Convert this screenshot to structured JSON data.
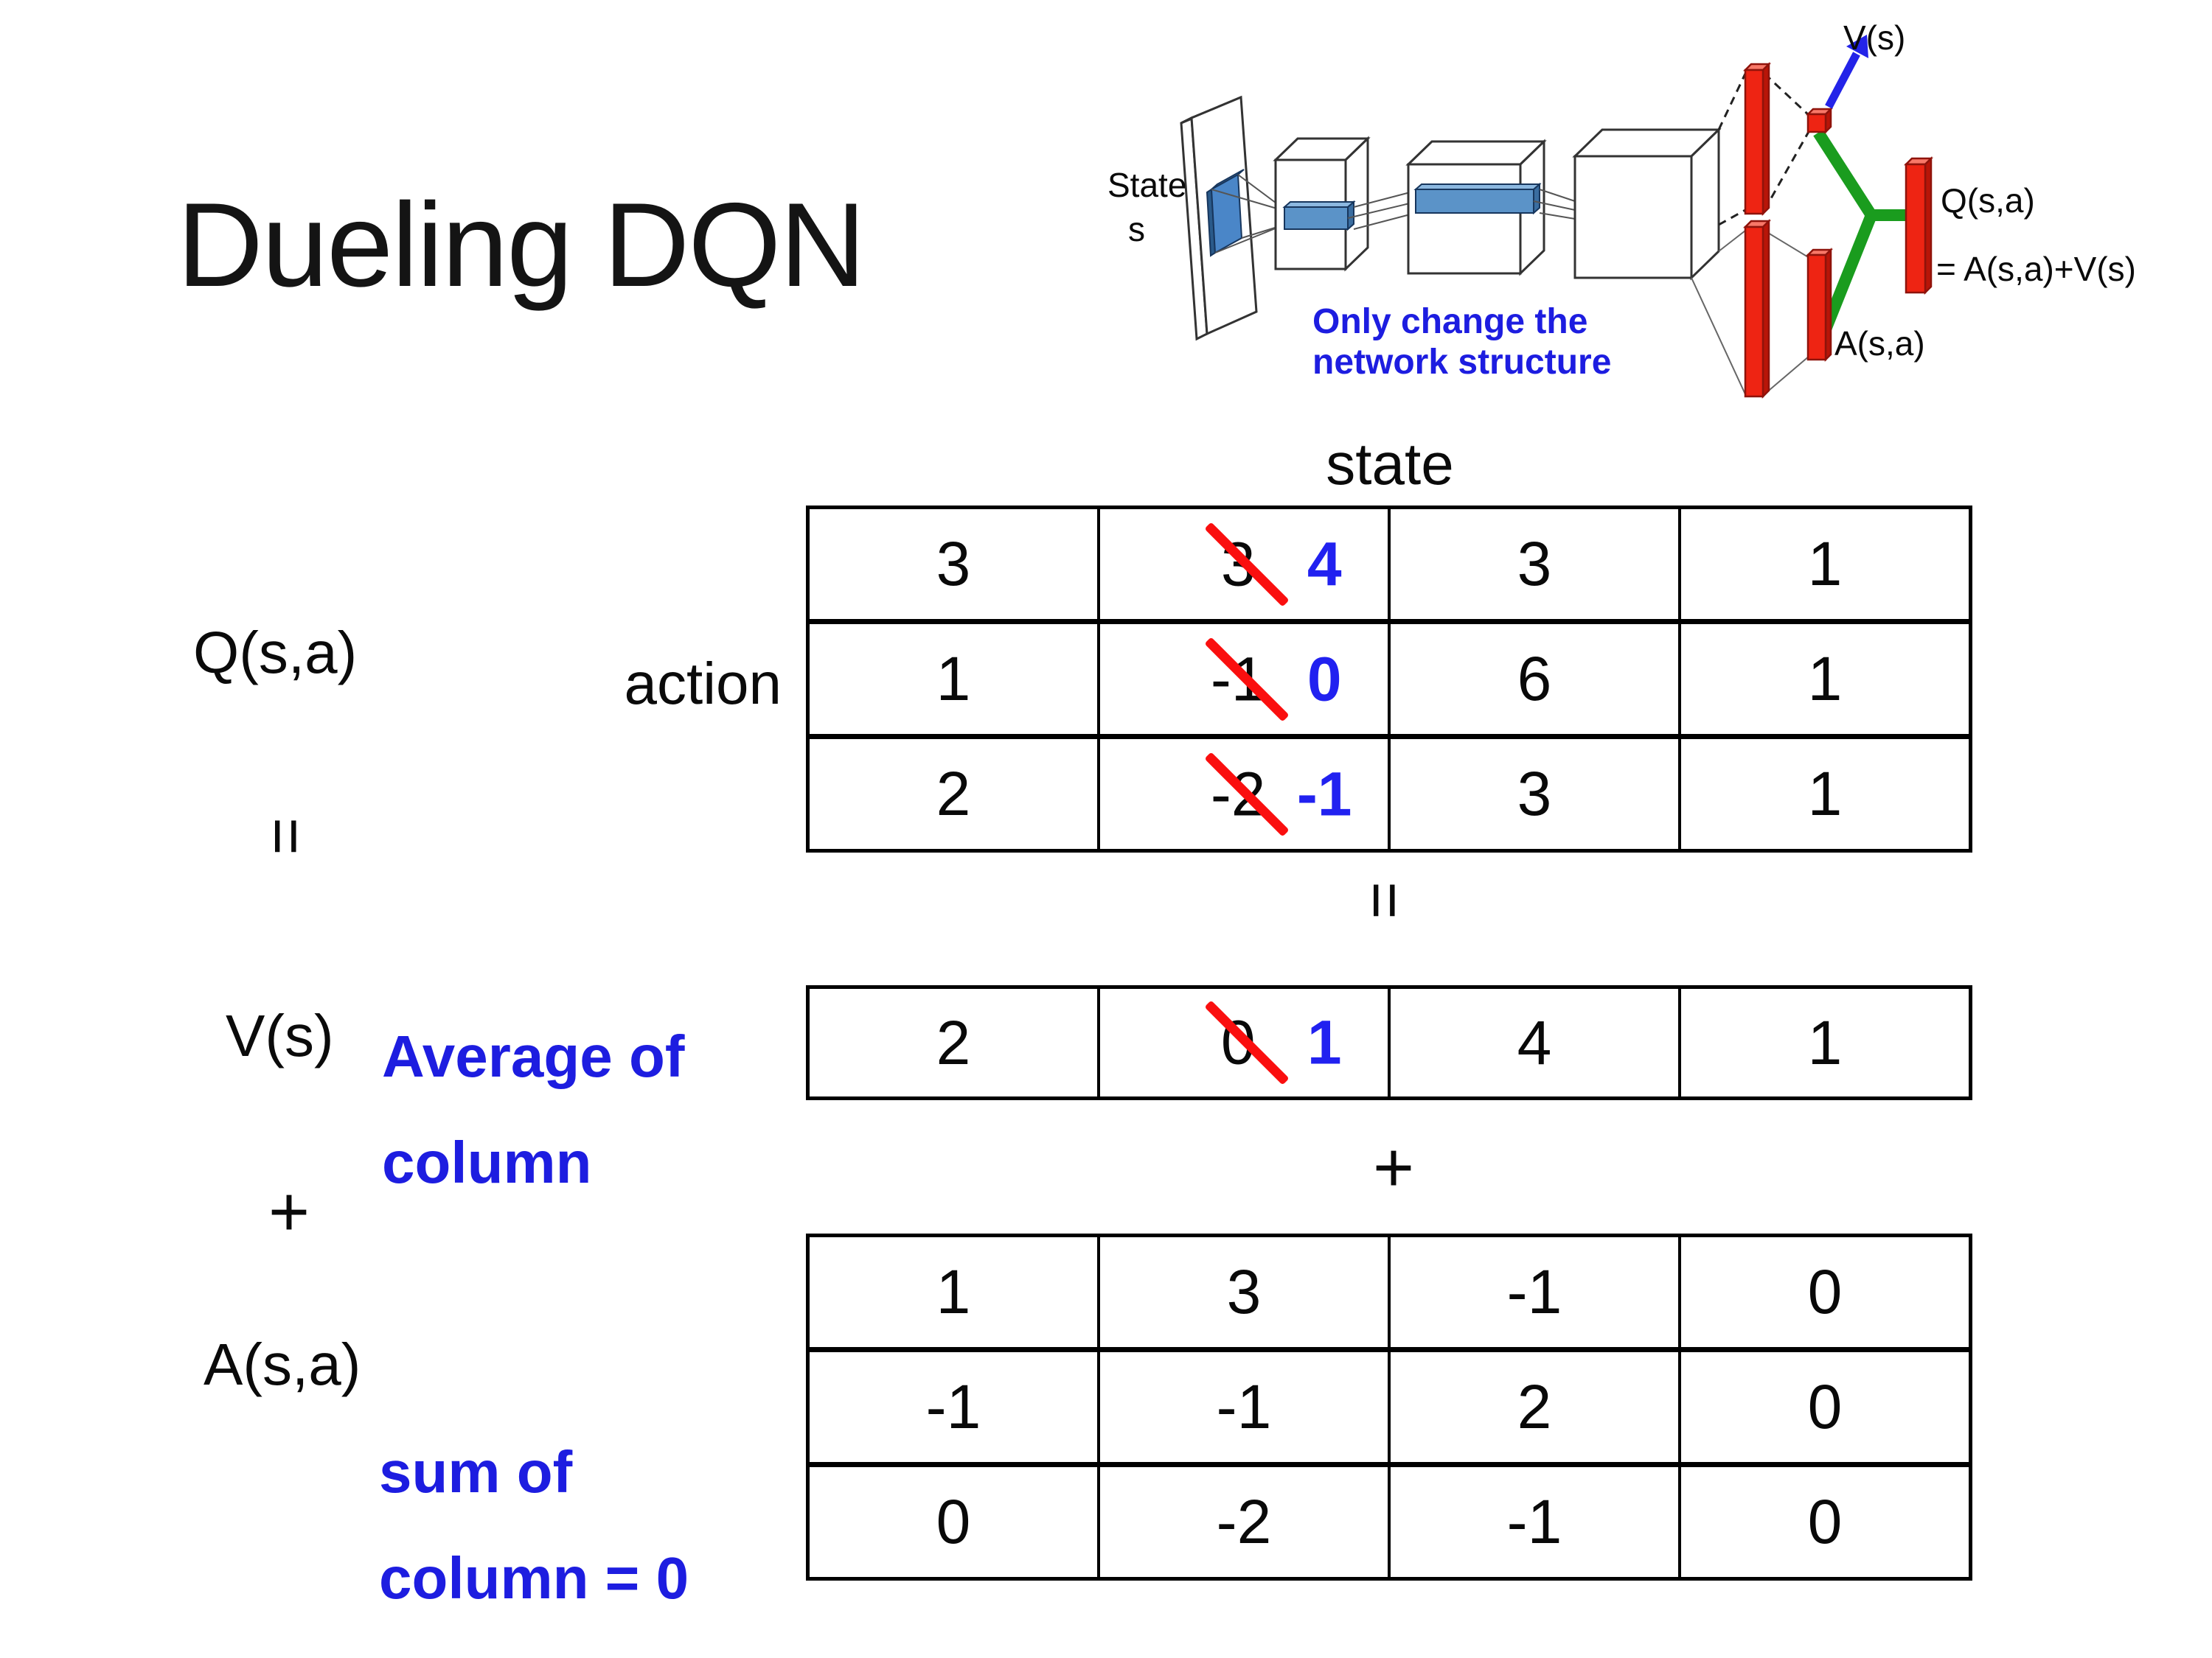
{
  "title": "Dueling DQN",
  "colors": {
    "annotation_blue": "#1d1de0",
    "number_blue": "#2121f0",
    "strike_red": "#fa0f0f",
    "bar_red": "#ee2413",
    "arm_green": "#1a9c1e",
    "arrow_blue": "#2323e8",
    "filter_blue": "#5b93c8"
  },
  "diagram": {
    "state_line1": "State",
    "state_line2": "s",
    "note_line1": "Only change the",
    "note_line2": "network structure",
    "v_out_label": "V(s)",
    "q_out_label": "Q(s,a)",
    "q_out_formula": "= A(s,a)+V(s)",
    "a_out_label": "A(s,a)"
  },
  "decomposition": {
    "state_header": "state",
    "action_label": "action",
    "q_label": "Q(s,a)",
    "v_label": "V(s)",
    "a_label": "A(s,a)",
    "equals_symbol": "=",
    "plus_symbol": "+",
    "avg_note_line1": "Average of",
    "avg_note_line2": "column",
    "sum_note_line1": "sum of",
    "sum_note_line2": "column = 0"
  },
  "q_table": {
    "r0": {
      "c0": "3",
      "c1_old": "3",
      "c1_new": "4",
      "c2": "3",
      "c3": "1"
    },
    "r1": {
      "c0": "1",
      "c1_old": "-1",
      "c1_new": "0",
      "c2": "6",
      "c3": "1"
    },
    "r2": {
      "c0": "2",
      "c1_old": "-2",
      "c1_new": "-1",
      "c2": "3",
      "c3": "1"
    }
  },
  "v_table": {
    "c0": "2",
    "c1_old": "0",
    "c1_new": "1",
    "c2": "4",
    "c3": "1"
  },
  "a_table": {
    "r0": {
      "c0": "1",
      "c1": "3",
      "c2": "-1",
      "c3": "0"
    },
    "r1": {
      "c0": "-1",
      "c1": "-1",
      "c2": "2",
      "c3": "0"
    },
    "r2": {
      "c0": "0",
      "c1": "-2",
      "c2": "-1",
      "c3": "0"
    }
  }
}
